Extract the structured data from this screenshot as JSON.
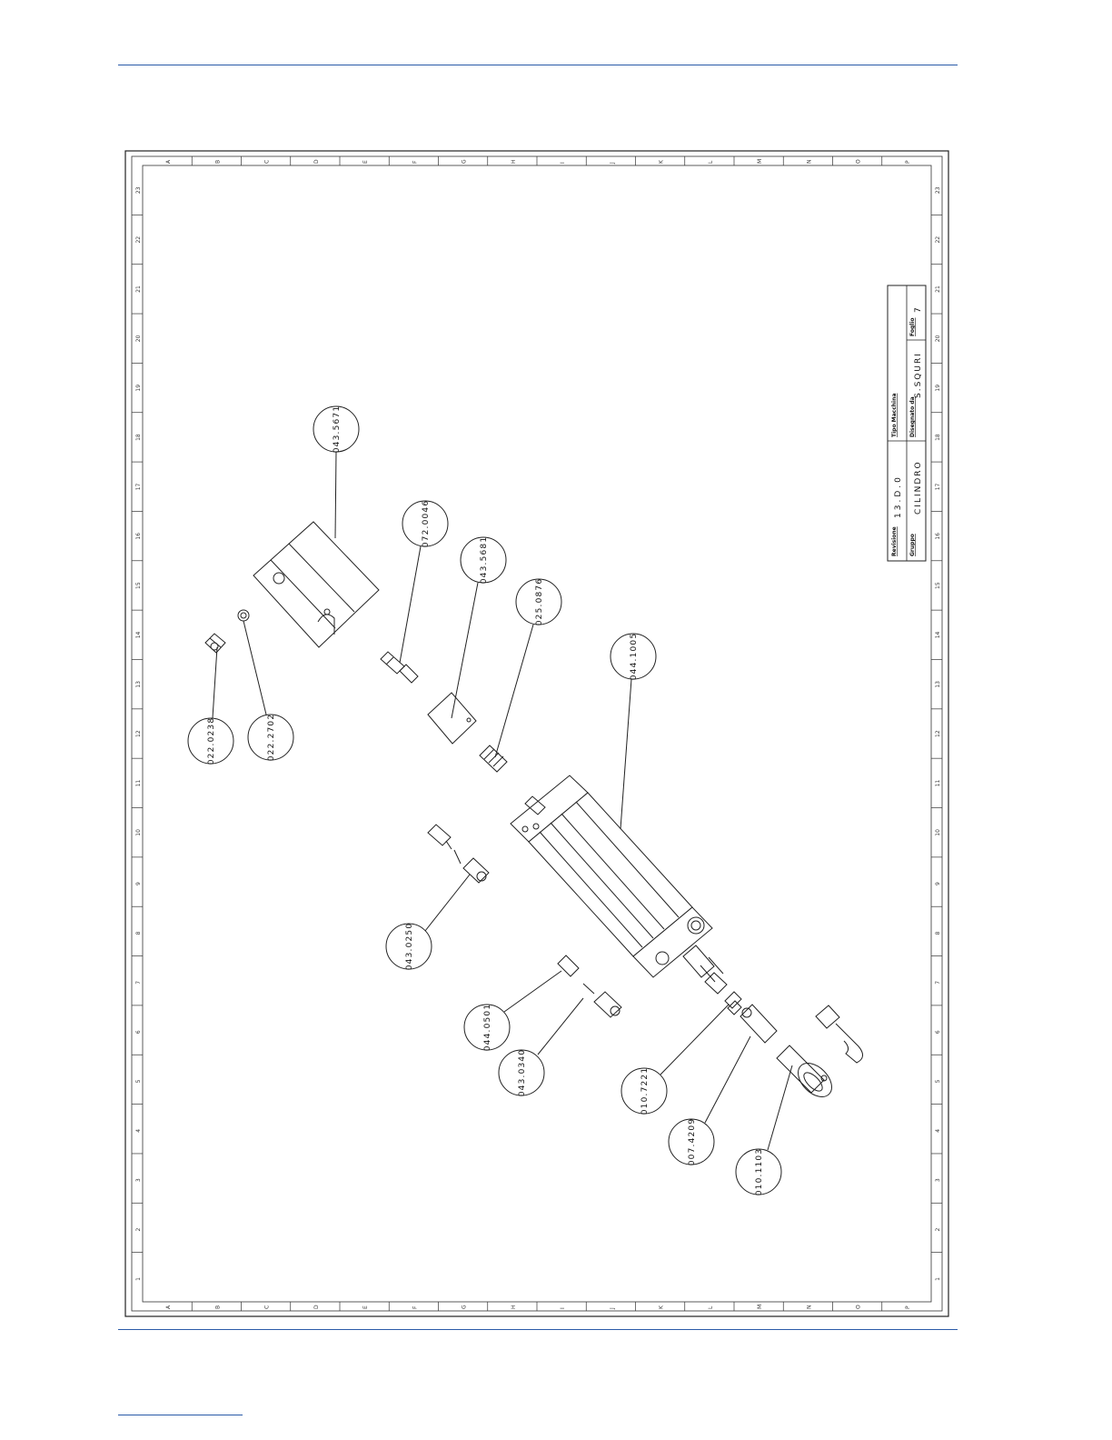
{
  "page": {
    "accent_color": "#2a5ba8"
  },
  "frame": {
    "letters": [
      "A",
      "B",
      "C",
      "D",
      "E",
      "F",
      "G",
      "H",
      "I",
      "J",
      "K",
      "L",
      "M",
      "N",
      "O",
      "P"
    ],
    "numbers": [
      "1",
      "2",
      "3",
      "4",
      "5",
      "6",
      "7",
      "8",
      "9",
      "10",
      "11",
      "12",
      "13",
      "14",
      "15",
      "16",
      "17",
      "18",
      "19",
      "20",
      "21",
      "22",
      "23"
    ]
  },
  "title_block": {
    "revisione_label": "Revisione",
    "revisione_value": "13.D.0",
    "tipo_macchina_label": "Tipo Macchina",
    "tipo_macchina_value": "",
    "gruppo_label": "Gruppo",
    "gruppo_value": "CILINDRO",
    "disegnato_da_label": "Disegnato da",
    "disegnato_da_value": "S.SQURI",
    "foglio_label": "Foglio",
    "foglio_value": "7"
  },
  "callouts": [
    {
      "id": "c1",
      "label": "043.5671"
    },
    {
      "id": "c2",
      "label": "072.0046"
    },
    {
      "id": "c3",
      "label": "043.5681"
    },
    {
      "id": "c4",
      "label": "025.0876"
    },
    {
      "id": "c5",
      "label": "044.1005"
    },
    {
      "id": "c6",
      "label": "022.0238"
    },
    {
      "id": "c7",
      "label": "022.2702"
    },
    {
      "id": "c8",
      "label": "043.0250"
    },
    {
      "id": "c9",
      "label": "044.0501"
    },
    {
      "id": "c10",
      "label": "043.0340"
    },
    {
      "id": "c11",
      "label": "010.7221"
    },
    {
      "id": "c12",
      "label": "007.4209"
    },
    {
      "id": "c13",
      "label": "010.1103"
    }
  ]
}
